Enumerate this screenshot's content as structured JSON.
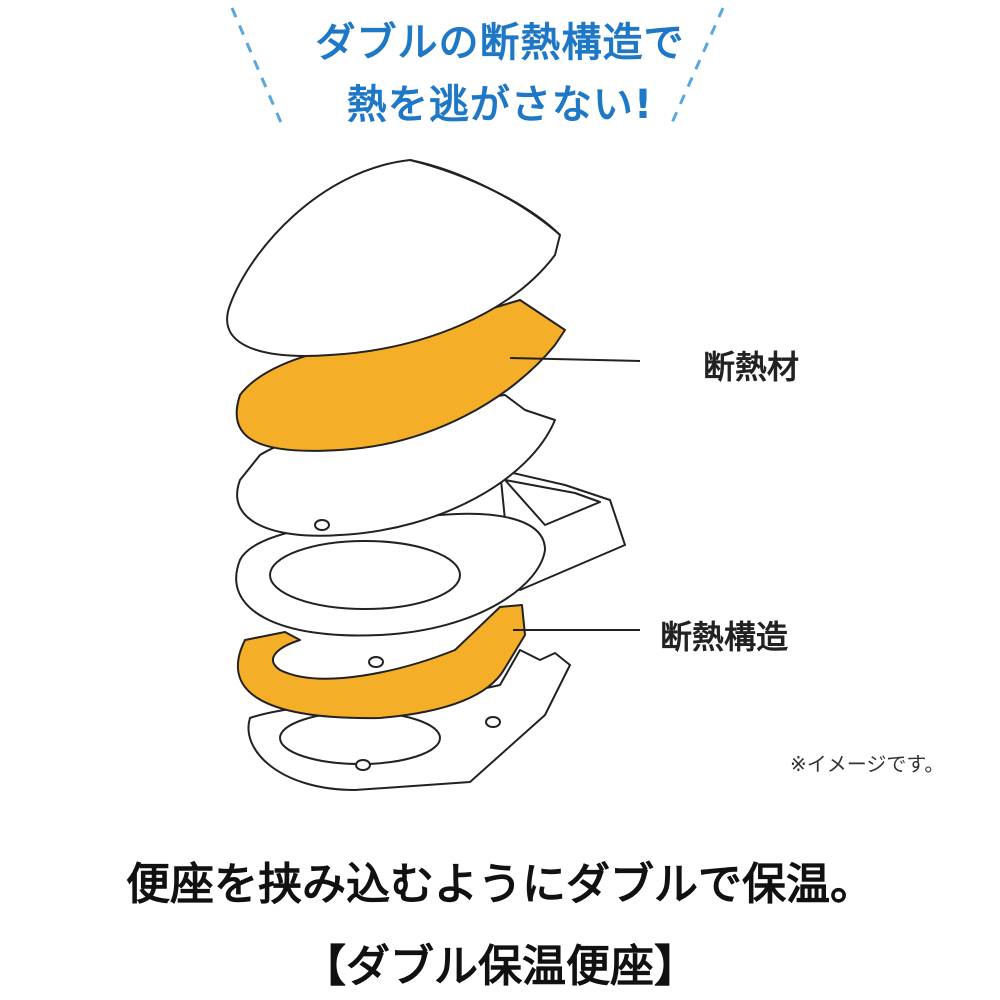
{
  "headline": {
    "line1": "ダブルの断熱構造で",
    "line2": "熱を逃がさない!",
    "color": "#1f78c6"
  },
  "diagram": {
    "callout_insulation_material": "断熱材",
    "callout_insulation_structure": "断熱構造",
    "note": "※イメージです。",
    "insulation_color": "#f5ae27",
    "outline_color": "#222222"
  },
  "tagline": "便座を挟み込むようにダブルで保温。",
  "product_name": "【ダブル保温便座】"
}
